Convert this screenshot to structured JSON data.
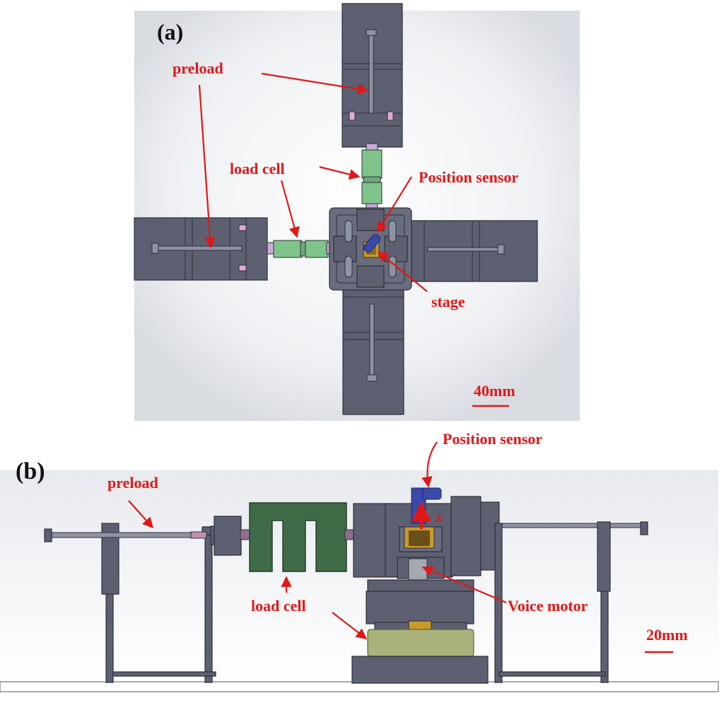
{
  "panels": {
    "a": {
      "label": "(a)",
      "callouts": {
        "preload": "preload",
        "load_cell": "load cell",
        "position_sensor": "Position sensor",
        "stage": "stage"
      },
      "scale_bar": "40mm"
    },
    "b": {
      "label": "(b)",
      "callouts": {
        "position_sensor": "Position sensor",
        "preload": "preload",
        "load_cell": "load cell",
        "voice_motor": "Voice motor",
        "axis": "x"
      },
      "scale_bar": "20mm"
    }
  },
  "colors": {
    "annotation": "#e01818",
    "actuator_body": "#5d6070",
    "load_cell_a": "#7ec48a",
    "load_cell_b": "#3f6b47",
    "sensor": "#3a4aa8",
    "stage": "#c89a2a",
    "base_load_cell": "#a9b27a"
  }
}
